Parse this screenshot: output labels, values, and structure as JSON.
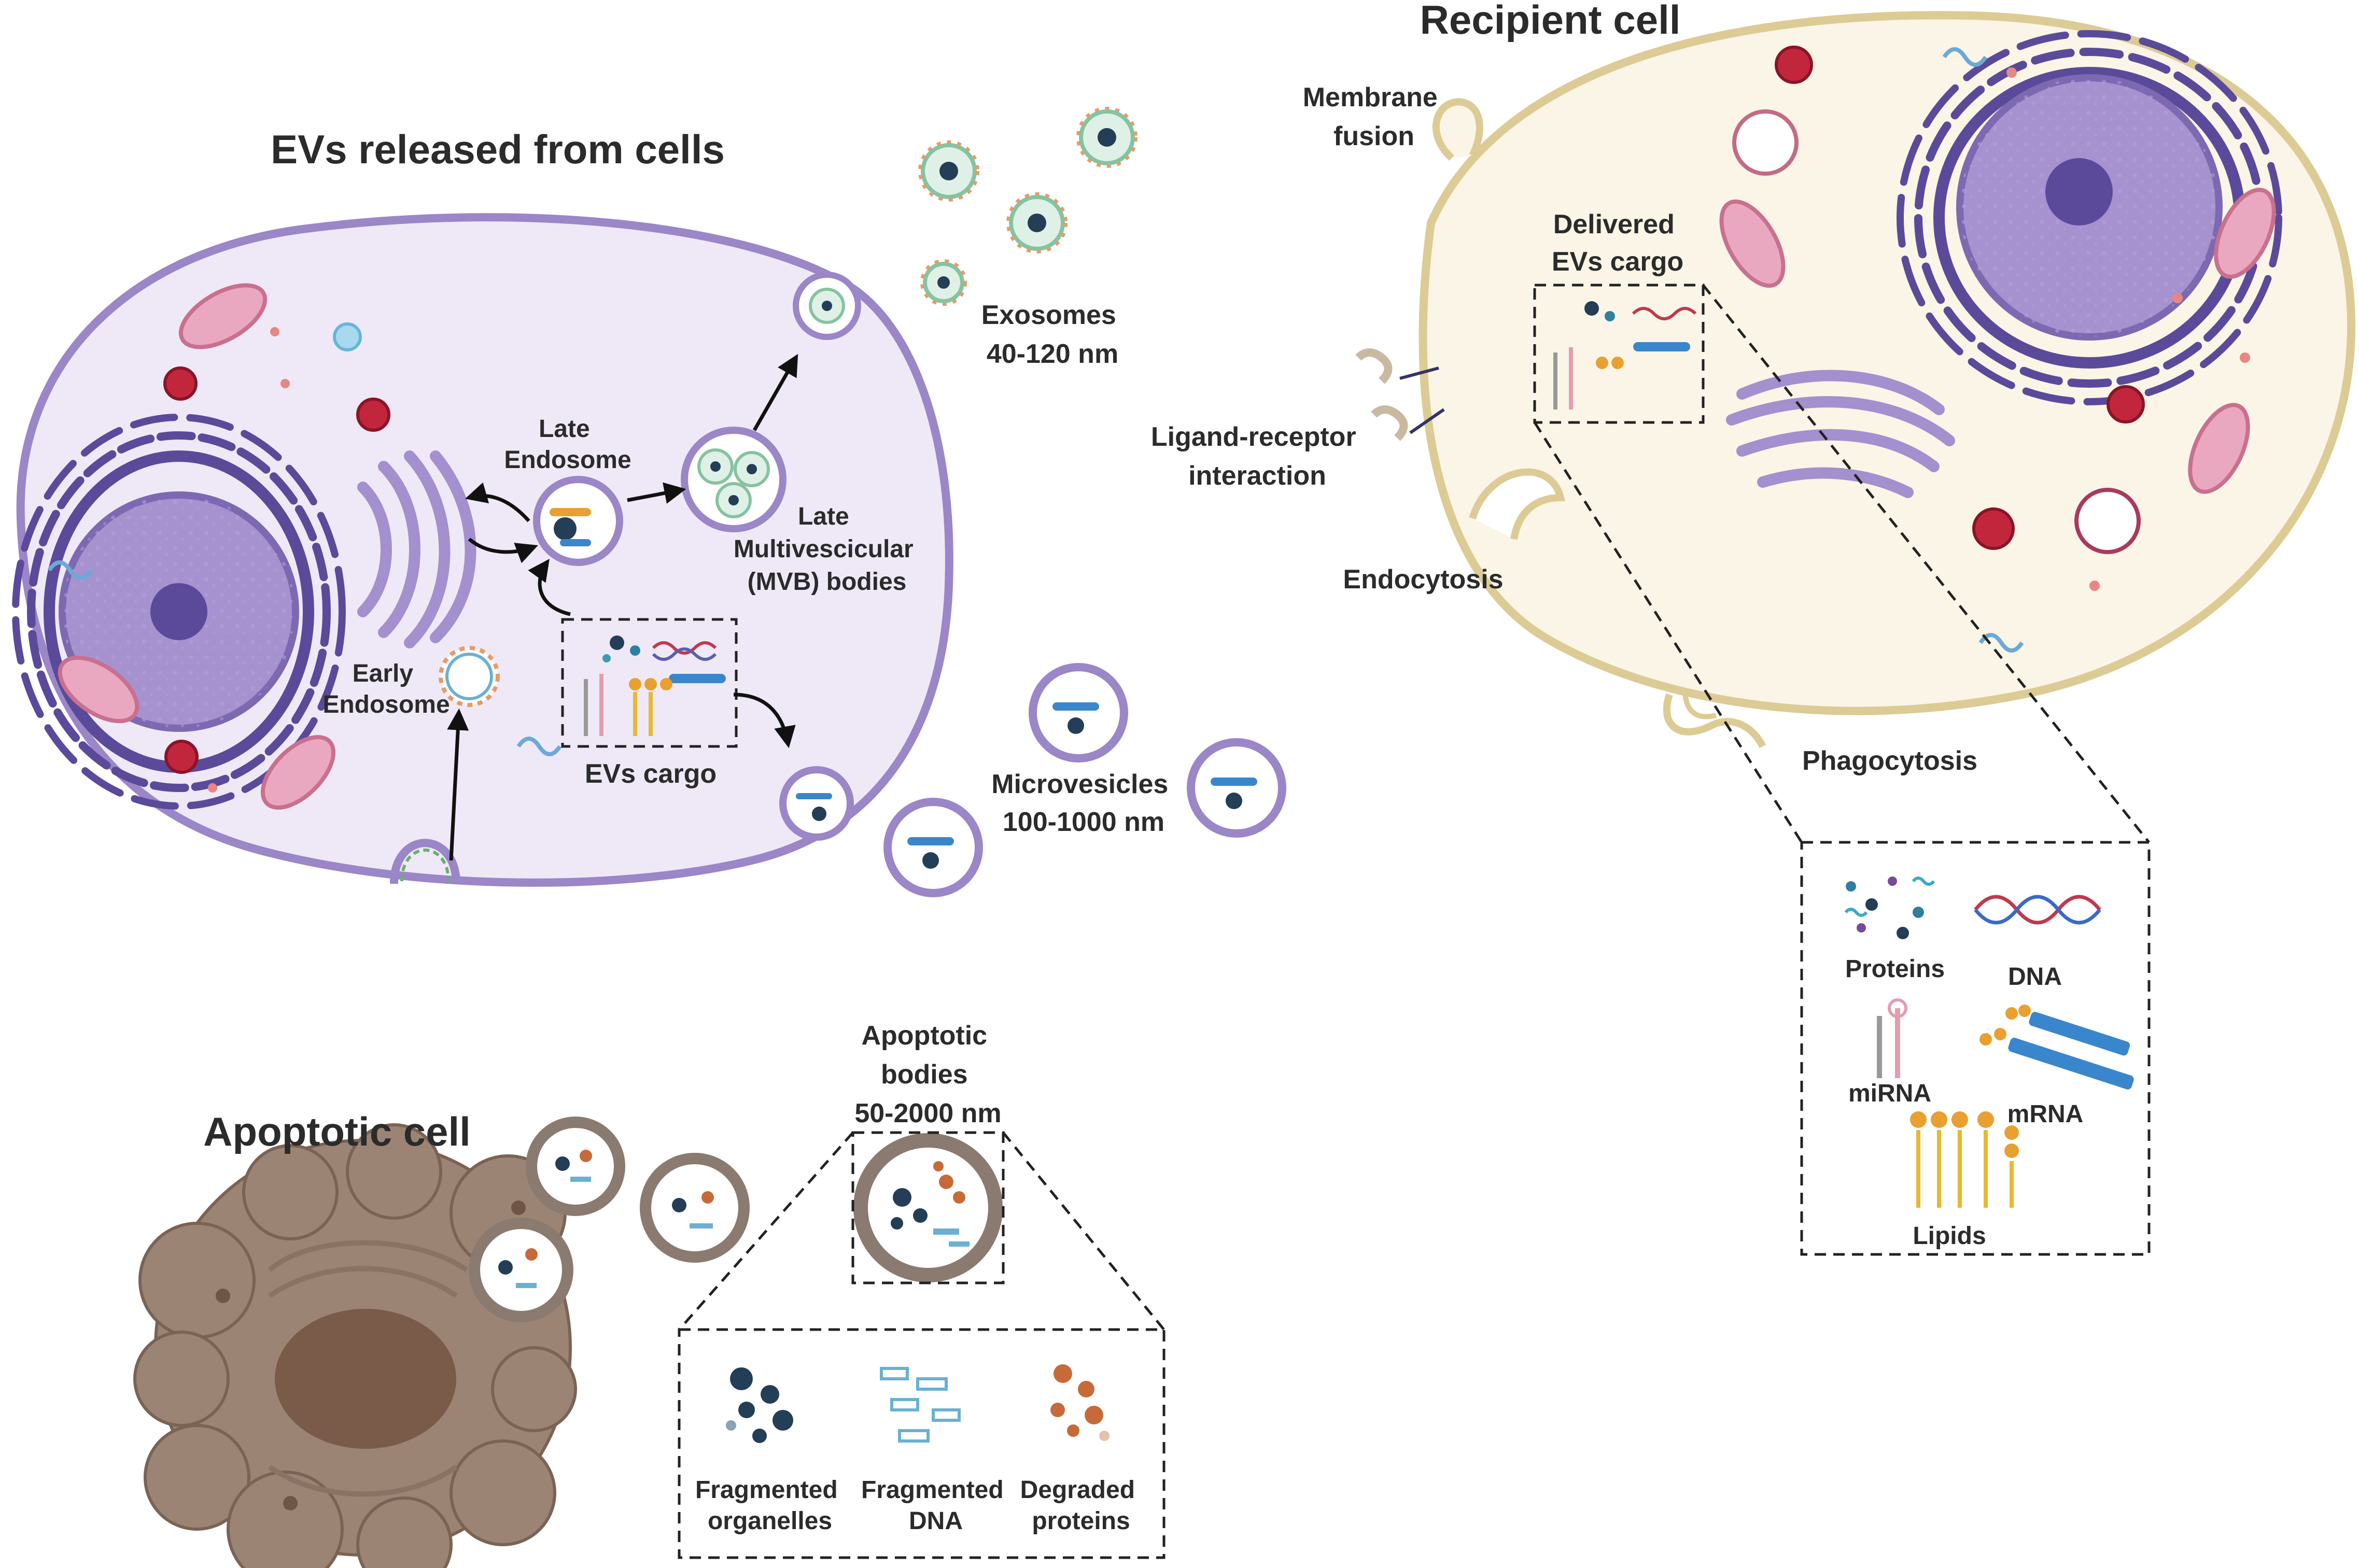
{
  "titles": {
    "evs_released": "EVs released from cells",
    "recipient_cell": "Recipient cell",
    "apoptotic_cell": "Apoptotic cell"
  },
  "donor_labels": {
    "late_endosome": [
      "Late",
      "Endosome"
    ],
    "late_mvb": [
      "Late",
      "Multivescicular",
      "(MVB) bodies"
    ],
    "early_endosome": [
      "Early",
      "Endosome"
    ],
    "evs_cargo": "EVs cargo",
    "exosomes": [
      "Exosomes",
      "40-120 nm"
    ],
    "microvesicles": [
      "Microvesicles",
      "100-1000 nm"
    ]
  },
  "recipient_labels": {
    "membrane_fusion": [
      "Membrane",
      "fusion"
    ],
    "delivered_cargo": [
      "Delivered",
      "EVs cargo"
    ],
    "ligand_receptor": [
      "Ligand-receptor",
      "interaction"
    ],
    "endocytosis": "Endocytosis",
    "phagocytosis": "Phagocytosis"
  },
  "cargo_legend": {
    "proteins": "Proteins",
    "dna": "DNA",
    "mirna": "miRNA",
    "mrna": "mRNA",
    "lipids": "Lipids"
  },
  "apoptotic_labels": {
    "apoptotic_bodies": [
      "Apoptotic",
      "bodies",
      "50-2000 nm"
    ],
    "fragmented_organelles": [
      "Fragmented",
      "organelles"
    ],
    "fragmented_dna": [
      "Fragmented",
      "DNA"
    ],
    "degraded_proteins": [
      "Degraded",
      "proteins"
    ]
  },
  "colors": {
    "donor_membrane": "#9b86c8",
    "donor_fill": "#efe9f7",
    "recipient_membrane": "#dccb94",
    "recipient_fill": "#faf5e6",
    "nucleus": "#8a73bb",
    "er": "#5b4a9a",
    "mitochondria": "#d98aa6",
    "apoptotic": "#9c8474",
    "apoptotic_dark": "#7a6355"
  }
}
